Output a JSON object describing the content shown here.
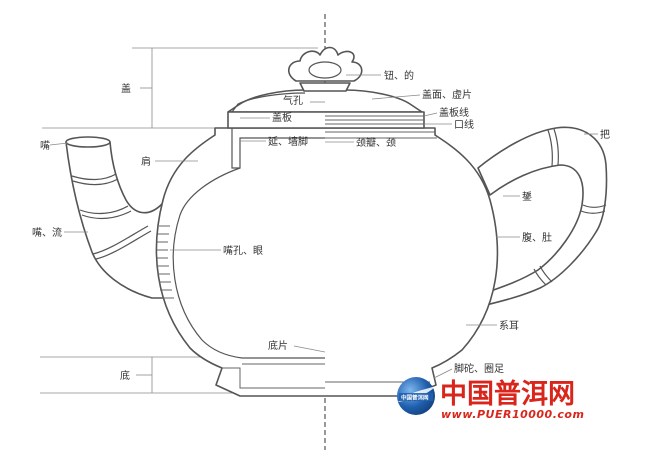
{
  "labels": {
    "lid": "盖",
    "knob": "钮、的",
    "air_hole": "气孔",
    "lid_surface": "盖面、虚片",
    "lid_plate": "盖板",
    "lid_plate_line": "盖板线",
    "mouth_line": "口线",
    "shoulder": "肩",
    "wall": "延、墙脚",
    "neck": "颈瓣、颈",
    "spout_tip": "嘴",
    "handle_tip": "把",
    "handle": "鋬",
    "spout": "嘴、流",
    "spout_hole": "嘴孔、眼",
    "belly": "腹、肚",
    "lug": "系耳",
    "base_plate": "底片",
    "base": "底",
    "foot": "脚砣、圈足"
  },
  "watermark": {
    "title": "中国普洱网",
    "url": "www.PUER10000.com",
    "badge": "中国普洱网",
    "brand_color": "#d9261c",
    "globe_color": "#1f5fae"
  }
}
